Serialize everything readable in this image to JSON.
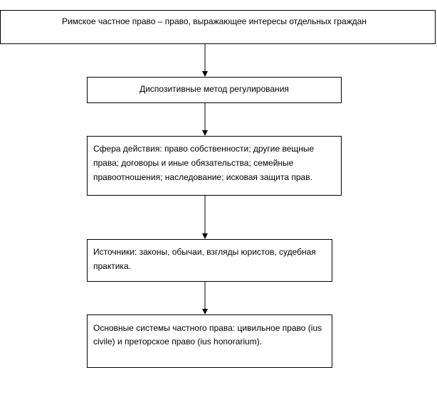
{
  "diagram": {
    "nodes": [
      {
        "id": "b1",
        "text": "Римское частное право – право, выражающее интересы отдельных граждан"
      },
      {
        "id": "b2",
        "text": "Диспозитивные метод регулирования"
      },
      {
        "id": "b3",
        "text": "Сфера действия: право собственности; другие вещные права; договоры и иные обязательства; семейные правоотношения; наследование; исковая защита прав."
      },
      {
        "id": "b4",
        "text": "Источники: законы, обычаи, взгляды юристов, судебная практика."
      },
      {
        "id": "b5",
        "text": "Основные системы частного права: цивильное право (ius civile) и преторское право (ius honorarium)."
      }
    ],
    "edges": [
      {
        "from": "b1",
        "to": "b2"
      },
      {
        "from": "b2",
        "to": "b3"
      },
      {
        "from": "b3",
        "to": "b4"
      },
      {
        "from": "b4",
        "to": "b5"
      }
    ],
    "colors": {
      "line": "#000000",
      "box_border": "#000000",
      "background": "#ffffff"
    }
  }
}
